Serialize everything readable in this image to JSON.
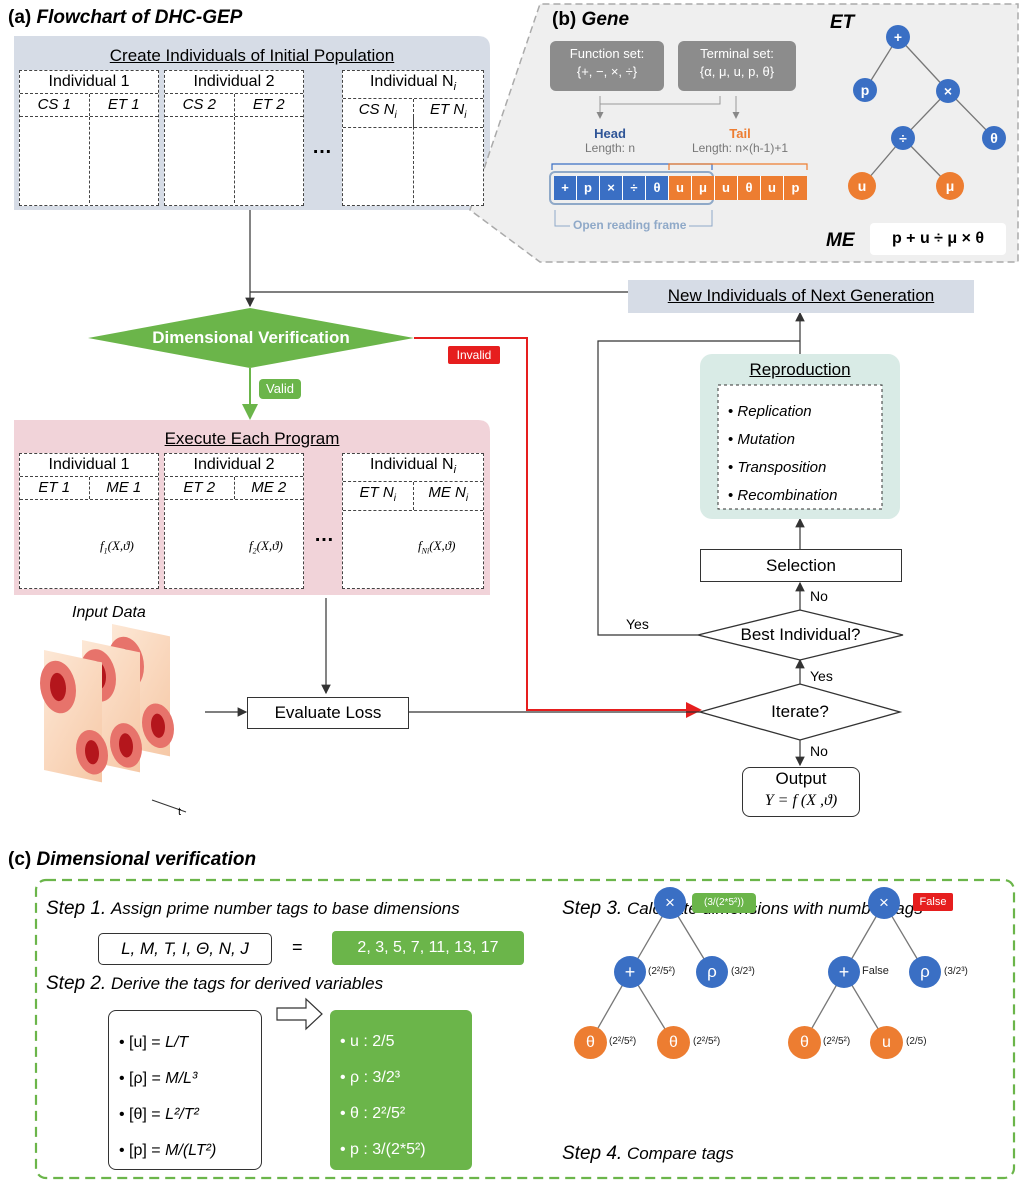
{
  "panel_a": {
    "title_prefix": "(a)",
    "title": "Flowchart of DHC-GEP",
    "init_pop_title": "Create Individuals of Initial Population",
    "individuals": [
      {
        "label": "Individual 1",
        "cs": "CS 1",
        "et": "ET 1"
      },
      {
        "label": "Individual 2",
        "cs": "CS 2",
        "et": "ET 2"
      },
      {
        "label": "Individual N",
        "sub": "i",
        "cs": "CS N",
        "et": "ET N"
      }
    ],
    "ellipsis": "…",
    "dim_verification": "Dimensional Verification",
    "invalid": "Invalid",
    "valid": "Valid",
    "execute_title": "Execute Each Program",
    "exec_individuals": [
      {
        "label": "Individual 1",
        "et": "ET 1",
        "me": "ME 1",
        "f": "f",
        "fsub": "1",
        "fargs": "(X,ϑ)"
      },
      {
        "label": "Individual 2",
        "et": "ET 2",
        "me": "ME 2",
        "f": "f",
        "fsub": "2",
        "fargs": "(X,ϑ)"
      },
      {
        "label": "Individual N",
        "sub": "i",
        "et": "ET N",
        "me": "ME N",
        "f": "f",
        "fsub": "Ni",
        "fargs": "(X,ϑ)"
      }
    ],
    "input_data": "Input Data",
    "t_label": "t",
    "evaluate_loss": "Evaluate Loss",
    "iterate": "Iterate?",
    "output_title": "Output",
    "output_formula": "Y = f (X ,ϑ)",
    "yes": "Yes",
    "no": "No",
    "best_individual": "Best Individual?",
    "selection": "Selection",
    "reproduction_title": "Reproduction",
    "reproduction_items": [
      "Replication",
      "Mutation",
      "Transposition",
      "Recombination"
    ],
    "new_individuals": "New Individuals of Next Generation"
  },
  "panel_b": {
    "title_prefix": "(b)",
    "title": "Gene",
    "function_set_label": "Function set:",
    "function_set": "{+, −, ×, ÷}",
    "terminal_set_label": "Terminal set:",
    "terminal_set": "{α, μ, u, p, θ}",
    "head_label": "Head",
    "head_length": "Length: n",
    "tail_label": "Tail",
    "tail_length": "Length: n×(h-1)+1",
    "head_symbols": [
      "+",
      "p",
      "×",
      "÷",
      "θ"
    ],
    "tail_symbols": [
      "u",
      "μ",
      "u",
      "θ",
      "u",
      "p"
    ],
    "orf_label": "Open reading frame",
    "et_label": "ET",
    "et_nodes": [
      "+",
      "p",
      "×",
      "÷",
      "θ",
      "u",
      "μ"
    ],
    "me_label": "ME",
    "me_expression": "p + u ÷ μ × θ",
    "colors": {
      "blue": "#3a6fc4",
      "orange": "#ed7d31"
    }
  },
  "panel_c": {
    "title_prefix": "(c)",
    "title": "Dimensional verification",
    "step1_key": "Step 1.",
    "step1_desc": "Assign prime number tags to base dimensions",
    "base_dims": "L, M, T, I, Θ, N, J",
    "equals": "=",
    "primes": "2, 3, 5, 7, 11, 13, 17",
    "step2_key": "Step 2.",
    "step2_desc": "Derive the tags for derived variables",
    "derived_dims": [
      {
        "var": "[u] = ",
        "dim": "L/T"
      },
      {
        "var": "[ρ] = ",
        "dim": "M/L³"
      },
      {
        "var": "[θ] = ",
        "dim": "L²/T²"
      },
      {
        "var": "[p] = ",
        "dim": "M/(LT²)"
      }
    ],
    "derived_tags": [
      "u : 2/5",
      "ρ : 3/2³",
      "θ : 2²/5²",
      "p : 3/(2*5²)"
    ],
    "step3_key": "Step 3.",
    "step3_desc": "Calculate dimensions with number tags",
    "tree1": {
      "root": "×",
      "root_tag": "(3/(2*5²))",
      "plus": "+",
      "plus_tag": "(2²/5²)",
      "rho": "ρ",
      "rho_tag": "(3/2³)",
      "theta1": "θ",
      "theta1_tag": "(2²/5²)",
      "theta2": "θ",
      "theta2_tag": "(2²/5²)"
    },
    "tree2": {
      "root": "×",
      "root_tag": "False",
      "plus": "+",
      "plus_tag": "False",
      "rho": "ρ",
      "rho_tag": "(3/2³)",
      "theta": "θ",
      "theta_tag": "(2²/5²)",
      "u": "u",
      "u_tag": "(2/5)"
    },
    "step4_key": "Step 4.",
    "step4_desc": "Compare tags"
  }
}
